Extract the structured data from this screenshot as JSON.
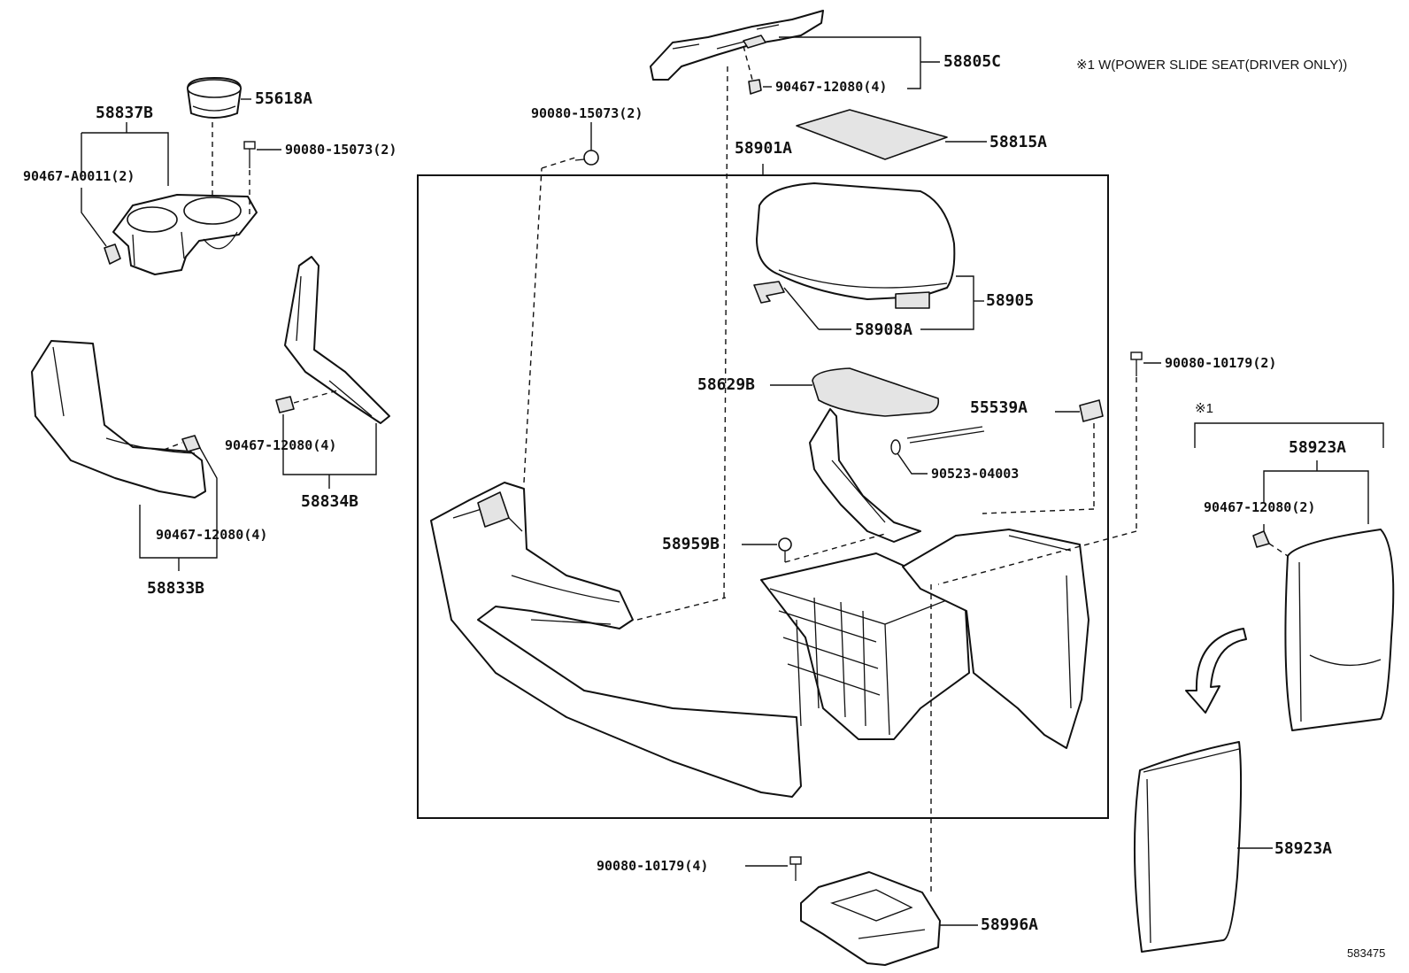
{
  "diagram": {
    "note": "※1 W(POWER SLIDE SEAT(DRIVER ONLY))",
    "note_marker": "※1",
    "illustration_id": "583475",
    "labels": {
      "p58805C": "58805C",
      "p90467_top": "90467-12080(4)",
      "p58815A": "58815A",
      "p58901A": "58901A",
      "p90080_15073_mid": "90080-15073(2)",
      "p55618A": "55618A",
      "p58837B": "58837B",
      "p90080_15073_left": "90080-15073(2)",
      "p90467_A0011": "90467-A0011(2)",
      "p58905": "58905",
      "p58908A": "58908A",
      "p90080_10179_right": "90080-10179(2)",
      "p58629B": "58629B",
      "p55539A": "55539A",
      "p90523": "90523-04003",
      "p58923A_top": "58923A",
      "p90467_right": "90467-12080(2)",
      "p90467_mid": "90467-12080(4)",
      "p58834B": "58834B",
      "p90467_left": "90467-12080(4)",
      "p58833B": "58833B",
      "p58959B": "58959B",
      "p90080_10179_bottom": "90080-10179(4)",
      "p58996A": "58996A",
      "p58923A_bottom": "58923A"
    }
  }
}
